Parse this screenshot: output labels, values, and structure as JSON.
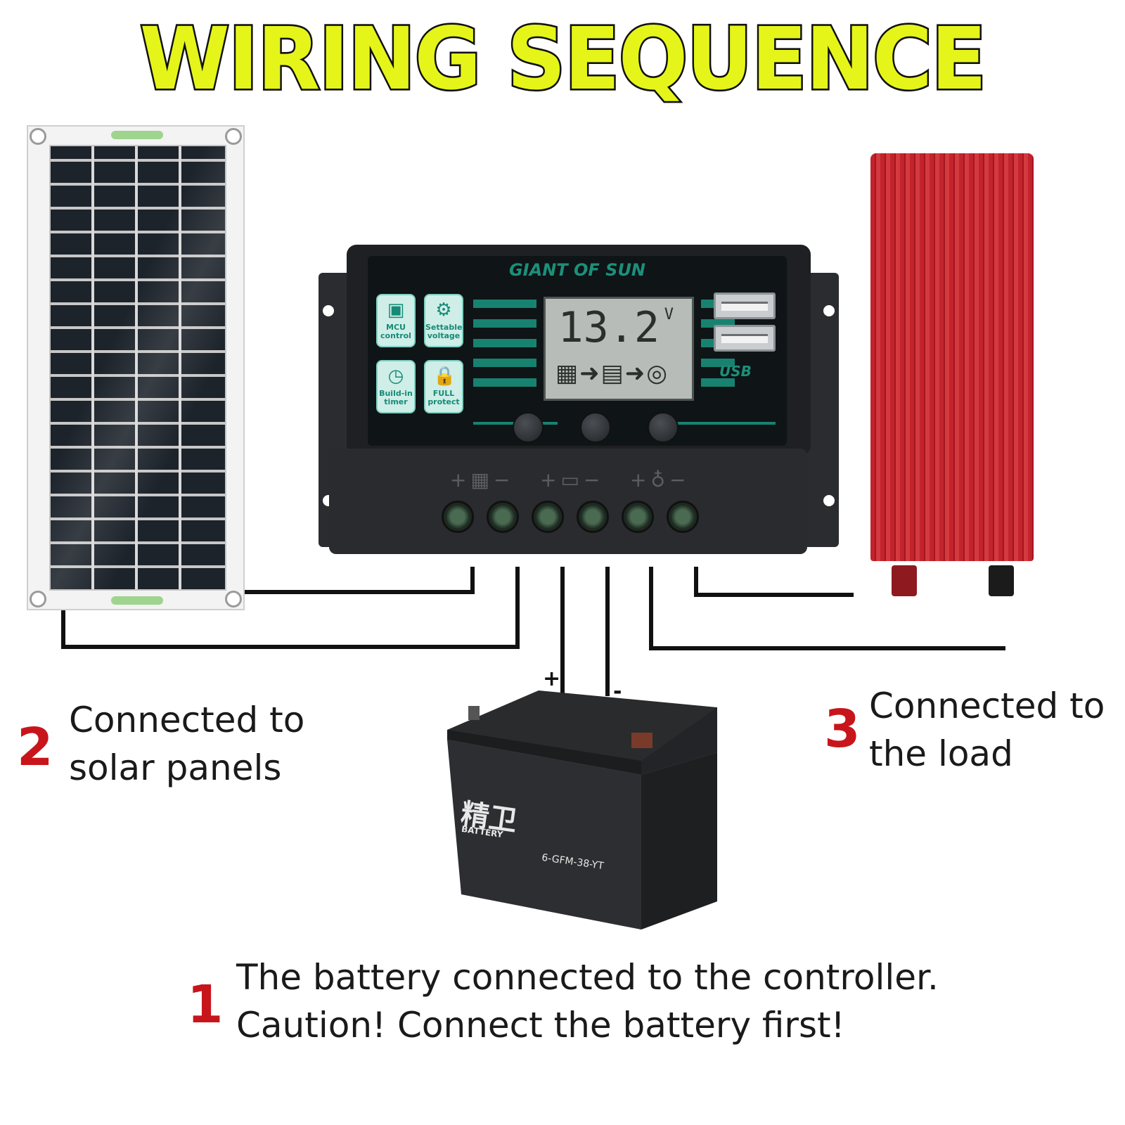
{
  "title": "WIRING SEQUENCE",
  "controller": {
    "brand": "GIANT OF SUN",
    "display_value": "13.2",
    "display_unit": "V",
    "usb_label": "USB",
    "features": [
      {
        "label": "MCU control",
        "icon": "chip-icon"
      },
      {
        "label": "Settable voltage",
        "icon": "gear-icon"
      },
      {
        "label": "Build-in timer",
        "icon": "clock-icon"
      },
      {
        "label": "FULL protect",
        "icon": "lock-icon"
      }
    ]
  },
  "battery": {
    "brand": "精卫",
    "brand_sub": "BATTERY",
    "model": "6-GFM-38-YT",
    "plus": "+",
    "minus": "-"
  },
  "steps": [
    {
      "number": "2",
      "line1": "Connected to",
      "line2": "solar panels"
    },
    {
      "number": "3",
      "line1": "Connected to",
      "line2": "the load"
    },
    {
      "number": "1",
      "line1": "The battery connected to the controller.",
      "line2": "Caution! Connect the battery first!"
    }
  ],
  "colors": {
    "title_fill": "#e5f51a",
    "step_number": "#c8151b",
    "controller_accent": "#1c8f7a",
    "inverter_red": "#c3232c"
  }
}
